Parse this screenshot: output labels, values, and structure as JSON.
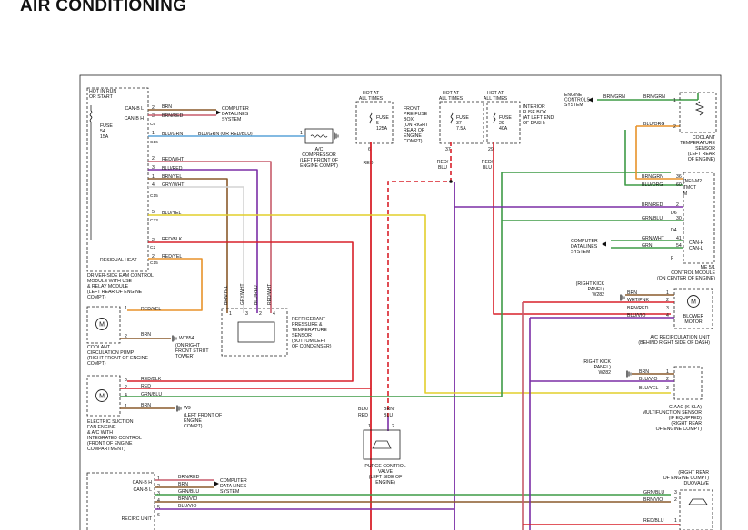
{
  "title": "AIR CONDITIONING",
  "colors": {
    "red": "#d8212a",
    "brown": "#8a5a2b",
    "orange": "#e8922a",
    "yellow": "#e2cf2c",
    "green": "#3e9b47",
    "blue": "#2a5fc9",
    "violet": "#7b2ea6",
    "gray": "#8a8a8a",
    "white_trace": "#d4d4d4",
    "black": "#111111",
    "rose": "#c75b6b",
    "lightblue": "#5aa3d8"
  },
  "supplies": [
    {
      "header": [
        "HOT AT",
        "ALL TIMES"
      ],
      "fuse": [
        "FUSE",
        "5",
        "125A"
      ],
      "pin": "6",
      "wire": "RED",
      "desc": [
        "FRONT",
        "PRE-FUSE",
        "BOX",
        "(ON RIGHT",
        "REAR OF",
        "ENGINE",
        "COMPT)"
      ]
    },
    {
      "header": [
        "HOT AT",
        "ALL TIMES"
      ],
      "fuse": [
        "FUSE",
        "37",
        "7.5A"
      ],
      "pin": "37",
      "wire": [
        "RED/",
        "BLU"
      ]
    },
    {
      "header": [
        "HOT AT",
        "ALL TIMES"
      ],
      "fuse": [
        "FUSE",
        "29",
        "40A"
      ],
      "pin": "29",
      "wire": [
        "RED/",
        "BLU"
      ],
      "desc": [
        "INTERIOR",
        "FUSE BOX",
        "(AT LEFT END",
        "OF DASH)"
      ]
    }
  ],
  "left_module": {
    "header": [
      "HOT IN RUN",
      "OR START"
    ],
    "fuse": [
      "FUSE",
      "54",
      "15A"
    ],
    "can": [
      "CAN-B L",
      "CAN-B H"
    ],
    "bottom_label": "RESIDUAL HEAT",
    "caption": [
      "DRIVER-SIDE EAM CONTROL",
      "MODULE WITH USE",
      "& RELAY MODULE",
      "(LEFT REAR OF ENGINE",
      "COMPT)"
    ],
    "connectors": [
      "C6",
      "C16",
      "C15",
      "C23",
      "C2",
      "C15"
    ],
    "pins": [
      "2",
      "3",
      "1",
      "2",
      "3",
      "1",
      "4",
      "5",
      "2",
      "2",
      "1"
    ],
    "wires": [
      "BRN",
      "BRN/RED",
      "BLU/GRN",
      "RED/WHT",
      "BLU/RED",
      "BRN/YEL",
      "GRY/WHT",
      "BLU/YEL",
      "RED/BLK",
      "RED/YEL"
    ]
  },
  "data_bus_top": [
    "COMPUTER",
    "DATA LINES",
    "SYSTEM"
  ],
  "compressor": {
    "wire": "BLU/GRN (OR RED/BLU)",
    "pin": "1",
    "caption": [
      "A/C",
      "COMPRESSOR",
      "(LEFT FRONT OF",
      "ENGINE COMPT)"
    ]
  },
  "pressure_sensor": {
    "wires": [
      "BRN/YEL",
      "GRY/WHT",
      "BLU/RED",
      "RED/WHT"
    ],
    "pins": [
      "1",
      "3",
      "2",
      "4"
    ],
    "caption": [
      "REFRIGERANT",
      "PRESSURE &",
      "TEMPERATURE",
      "SENSOR",
      "(BOTTOM LEFT",
      "OF CONDENSER)"
    ]
  },
  "pump": {
    "wires": [
      "RED/YEL",
      "BRN"
    ],
    "pins": [
      "1",
      "2"
    ],
    "ground": "W7854",
    "ground_desc": [
      "(ON RIGHT",
      "FRONT STRUT",
      "TOWER)"
    ],
    "caption": [
      "COOLANT",
      "CIRCULATION PUMP",
      "(RIGHT FRONT OF ENGINE",
      "COMPT)"
    ]
  },
  "fan": {
    "wires": [
      "RED/BLK",
      "RED",
      "GRN/BLU",
      "BRN"
    ],
    "pins": [
      "3",
      "2",
      "4",
      "1"
    ],
    "ground": "W9",
    "ground_desc": [
      "(LEFT FRONT OF",
      "ENGINE",
      "COMPT)"
    ],
    "caption": [
      "ELECTRIC SUCTION",
      "FAN ENGINE",
      "& A/C WITH",
      "INTEGRATED CONTROL",
      "(FRONT OF ENGINE",
      "COMPARTMENT)"
    ]
  },
  "recirc": {
    "labels": [
      "CAN-B H",
      "CAN-B L",
      "RECIRC UNIT"
    ],
    "pins": [
      "1",
      "2",
      "3",
      "4",
      "5",
      "6"
    ],
    "wires": [
      "BRN/RED",
      "BRN",
      "GRN/BLU",
      "BRN/VIO",
      "BLU/VIO"
    ],
    "bus": [
      "COMPUTER",
      "DATA LINES",
      "SYSTEM"
    ]
  },
  "purge_valve": {
    "wires": [
      "BLK/",
      "RED",
      "BRN/",
      "BLU"
    ],
    "pins": [
      "1",
      "2"
    ],
    "caption": [
      "PURGE CONTROL",
      "VALVE",
      "(LEFT SIDE OF",
      "ENGINE)"
    ]
  },
  "dme": {
    "bus_top": [
      "ENGINE",
      "CONTROLS",
      "SYSTEM"
    ],
    "top_wires": [
      "BRN/GRN",
      "BRN/GRN",
      "BLU/ORG"
    ],
    "top_pins": [
      "1",
      "2"
    ],
    "coolant_caption": [
      "COOLANT",
      "TEMPERATURE",
      "SENSOR",
      "(LEFT REAR",
      "OF ENGINE)"
    ],
    "rows": [
      {
        "wire": "BRN/GRN",
        "pin": "36"
      },
      {
        "wire": "BLU/ORG",
        "pin": "60"
      },
      {
        "wire": "BRN/RED",
        "pin": "2"
      },
      {
        "wire": "GRN/BLU",
        "pin": "30"
      },
      {
        "wire": "GRN/WHT",
        "pin": "41"
      },
      {
        "wire": "GRN",
        "pin": "54"
      }
    ],
    "conn": [
      "(NE0-M2",
      "TMOT",
      "M",
      "D6",
      "D4",
      "F"
    ],
    "side": [
      "CAN-H",
      "CAN-L"
    ],
    "bus": [
      "COMPUTER",
      "DATA LINES",
      "SYSTEM"
    ],
    "caption": [
      "ME 5/1",
      "CONTROL MODULE",
      "(ON CENTER OF ENGINE)"
    ]
  },
  "blower": {
    "kick": [
      "(RIGHT KICK",
      "PANEL)",
      "W282"
    ],
    "rows": [
      {
        "wire": "BRN",
        "pin": "1"
      },
      {
        "wire": "WHT/PNK",
        "pin": "2"
      },
      {
        "wire": "BRN/RED",
        "pin": "3"
      },
      {
        "wire": "BLU/VIO",
        "pin": "4"
      }
    ],
    "label": [
      "BLOWER",
      "MOTOR"
    ],
    "caption": [
      "A/C RECIRCULATION UNIT",
      "(BEHIND RIGHT SIDE OF DASH)"
    ]
  },
  "mfs": {
    "kick": [
      "(RIGHT KICK",
      "PANEL)",
      "W282"
    ],
    "rows": [
      {
        "wire": "BRN",
        "pin": "1"
      },
      {
        "wire": "BLU/VIO",
        "pin": "2"
      },
      {
        "wire": "BLU/YEL",
        "pin": "3"
      }
    ],
    "caption": [
      "C-AAC (K-KLA)",
      "MULTIFUNCTION SENSOR",
      "(IF EQUIPPED)",
      "(RIGHT REAR",
      "OF ENGINE COMPT)"
    ]
  },
  "duo": {
    "caption": [
      "(RIGHT REAR",
      "OF ENGINE COMPT)",
      "DUOVALVE"
    ],
    "rows": [
      {
        "wire": "GRN/BLU",
        "pin": "3"
      },
      {
        "wire": "BRN/VIO",
        "pin": "2"
      },
      {
        "wire": "RED/BLU",
        "pin": "1"
      }
    ]
  }
}
